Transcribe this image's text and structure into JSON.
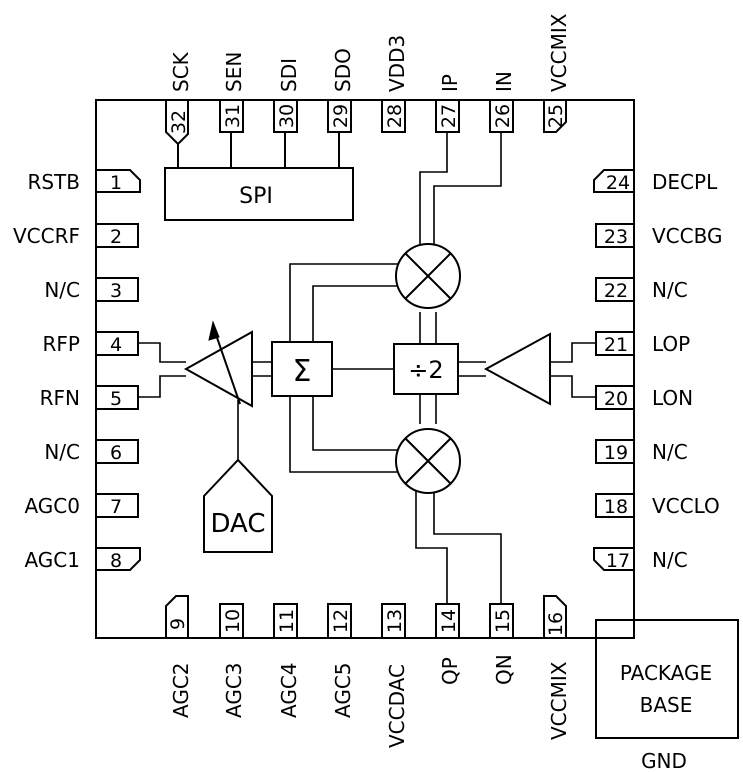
{
  "pins": {
    "top": [
      {
        "num": "32",
        "name": "SCK"
      },
      {
        "num": "31",
        "name": "SEN"
      },
      {
        "num": "30",
        "name": "SDI"
      },
      {
        "num": "29",
        "name": "SDO"
      },
      {
        "num": "28",
        "name": "VDD3"
      },
      {
        "num": "27",
        "name": "IP"
      },
      {
        "num": "26",
        "name": "IN"
      },
      {
        "num": "25",
        "name": "VCCMIX"
      }
    ],
    "left": [
      {
        "num": "1",
        "name": "RSTB"
      },
      {
        "num": "2",
        "name": "VCCRF"
      },
      {
        "num": "3",
        "name": "N/C"
      },
      {
        "num": "4",
        "name": "RFP"
      },
      {
        "num": "5",
        "name": "RFN"
      },
      {
        "num": "6",
        "name": "N/C"
      },
      {
        "num": "7",
        "name": "AGC0"
      },
      {
        "num": "8",
        "name": "AGC1"
      }
    ],
    "bottom": [
      {
        "num": "9",
        "name": "AGC2"
      },
      {
        "num": "10",
        "name": "AGC3"
      },
      {
        "num": "11",
        "name": "AGC4"
      },
      {
        "num": "12",
        "name": "AGC5"
      },
      {
        "num": "13",
        "name": "VCCDAC"
      },
      {
        "num": "14",
        "name": "QP"
      },
      {
        "num": "15",
        "name": "QN"
      },
      {
        "num": "16",
        "name": "VCCMIX"
      }
    ],
    "right": [
      {
        "num": "24",
        "name": "DECPL"
      },
      {
        "num": "23",
        "name": "VCCBG"
      },
      {
        "num": "22",
        "name": "N/C"
      },
      {
        "num": "21",
        "name": "LOP"
      },
      {
        "num": "20",
        "name": "LON"
      },
      {
        "num": "19",
        "name": "N/C"
      },
      {
        "num": "18",
        "name": "VCCLO"
      },
      {
        "num": "17",
        "name": "N/C"
      }
    ]
  },
  "blocks": {
    "spi": "SPI",
    "summer": "Σ",
    "divider": "÷2",
    "dac": "DAC",
    "package_base_line1": "PACKAGE",
    "package_base_line2": "BASE",
    "gnd": "GND"
  }
}
